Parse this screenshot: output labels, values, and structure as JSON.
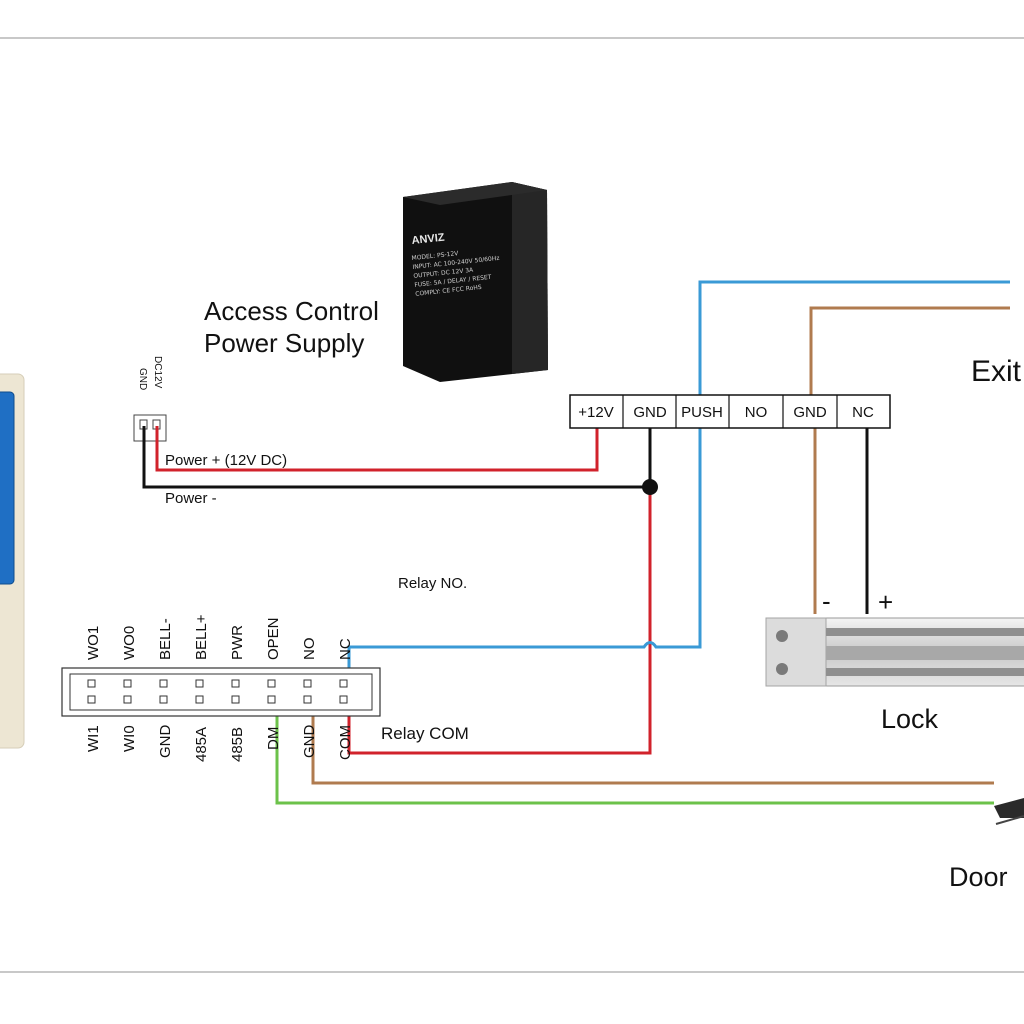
{
  "psu": {
    "title_line1": "Access Control",
    "title_line2": "Power Supply",
    "brand": "ANVIZ",
    "label_lines": [
      "MODEL: PS-12V",
      "INPUT: AC 100-240V 50/60Hz",
      "OUTPUT: DC 12V 3A",
      "FUSE: 5A / DELAY / RESET",
      "COMPLY: CE FCC RoHS"
    ]
  },
  "terminal_block": {
    "cells": [
      "+12V",
      "GND",
      "PUSH",
      "NO",
      "GND",
      "NC"
    ]
  },
  "dc_connector": {
    "labels": [
      "GND",
      "DC12V"
    ]
  },
  "wires": {
    "power_plus": "Power + (12V DC)",
    "power_minus": "Power -",
    "relay_no": "Relay NO.",
    "relay_com": "Relay COM"
  },
  "connector": {
    "top_pins": [
      "WO1",
      "WO0",
      "BELL-",
      "BELL+",
      "PWR",
      "OPEN",
      "NO",
      "NC"
    ],
    "bottom_pins": [
      "WI1",
      "WI0",
      "GND",
      "485A",
      "485B",
      "DM",
      "GND",
      "COM"
    ]
  },
  "lock": {
    "label": "Lock",
    "minus": "-",
    "plus": "+"
  },
  "exit": {
    "label": "Exit"
  },
  "door": {
    "label": "Door"
  },
  "colors": {
    "red": "#d1222b",
    "black": "#111111",
    "blue": "#3a9ad6",
    "brown": "#b07b4f",
    "green": "#6cc24a",
    "frame": "#c8c8c8"
  }
}
